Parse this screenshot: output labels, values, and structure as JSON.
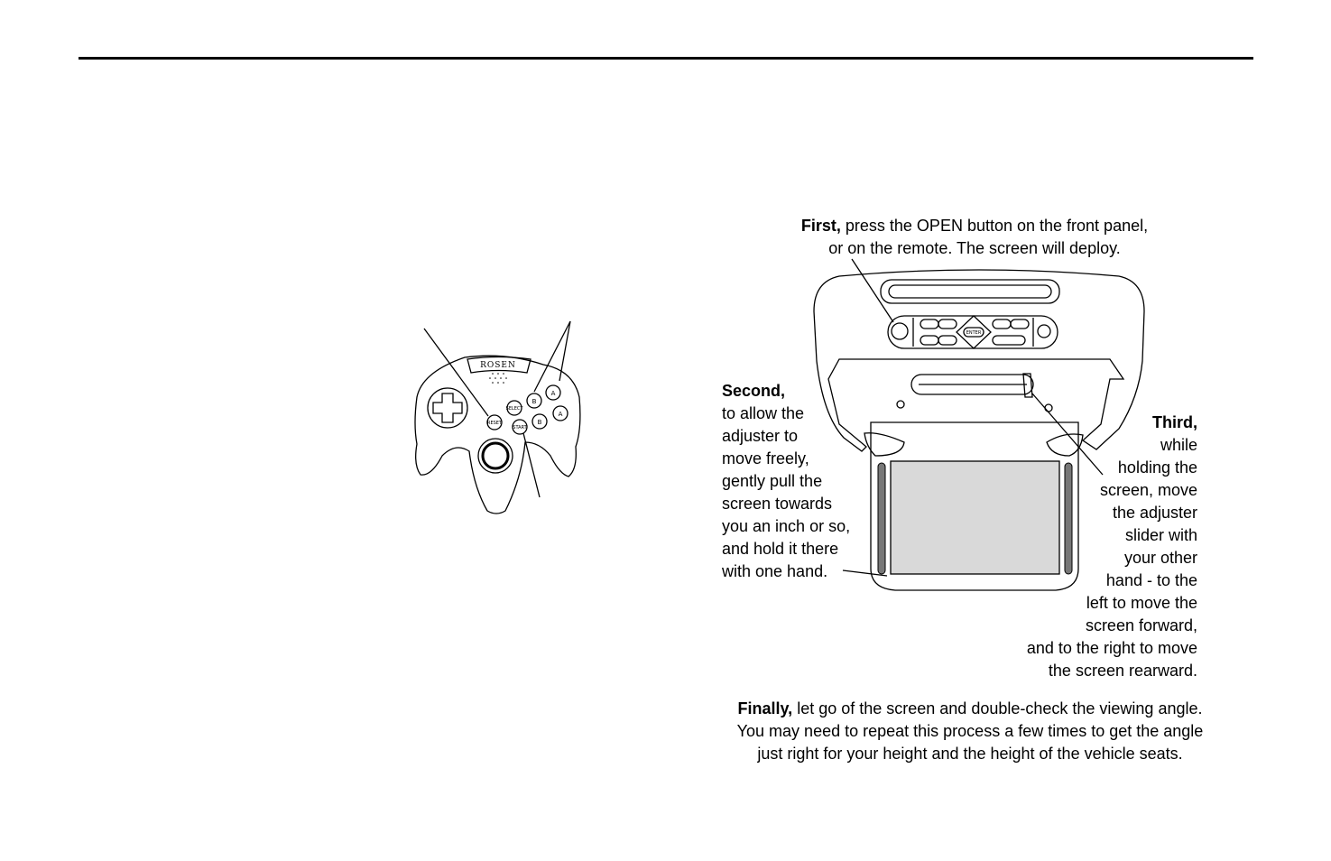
{
  "instructions": {
    "first": {
      "lead": "First,",
      "line1": " press the OPEN button on the front panel,",
      "line2": "or on the remote. The screen will deploy."
    },
    "second": {
      "lead": "Second,",
      "lines": [
        "to allow the",
        "adjuster to",
        "move freely,",
        "gently pull the",
        "screen towards",
        "you an inch or so,",
        "and hold it there",
        "with one hand."
      ]
    },
    "third": {
      "lead": "Third,",
      "lines": [
        "while",
        "holding the",
        "screen, move",
        "the adjuster",
        "slider with",
        "your other",
        "hand - to the",
        "left to move the",
        "screen forward,",
        "and to the right to move",
        "the screen rearward."
      ]
    },
    "finally": {
      "lead": "Finally,",
      "line1": " let go of the screen and double-check the viewing angle.",
      "line2": "You may need to repeat this process a few times to get the angle",
      "line3": "just right for your height and the height of the vehicle seats."
    }
  },
  "controller": {
    "brand": "ROSEN",
    "buttons": {
      "reset": "RESET",
      "select": "SELECT",
      "start": "START",
      "b": "B",
      "a": "A"
    }
  },
  "panel": {
    "center_button": "ENTER"
  }
}
